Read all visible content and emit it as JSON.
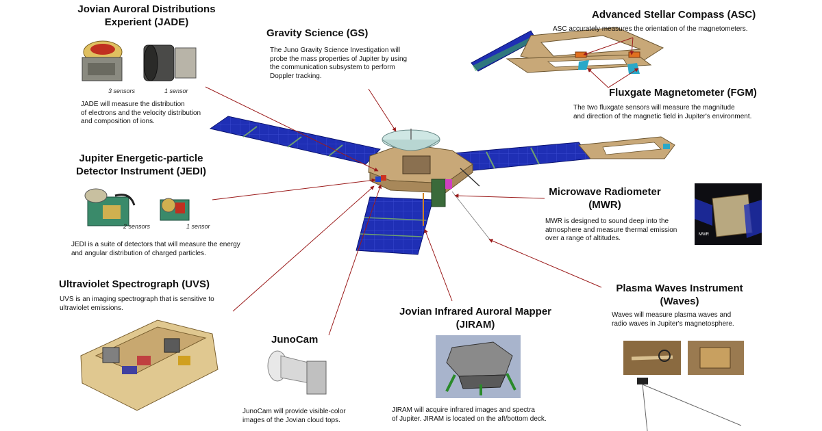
{
  "instruments": {
    "jade": {
      "title": "Jovian Auroral Distributions\nExperient (JADE)",
      "title_line1": "Jovian Auroral Distributions",
      "title_line2": "Experient (JADE)",
      "caption_a": "3 sensors",
      "caption_b": "1 sensor",
      "desc_line1": "JADE will measure the distribution",
      "desc_line2": "of electrons and the velocity distribution",
      "desc_line3": "and composition of ions."
    },
    "gs": {
      "title": "Gravity Science (GS)",
      "desc_line1": "The Juno Gravity Science Investigation will",
      "desc_line2": "probe the mass properties of Jupiter by using",
      "desc_line3": "the communication subsystem to perform",
      "desc_line4": "Doppler tracking."
    },
    "asc": {
      "title": "Advanced Stellar Compass (ASC)",
      "desc_line1": "ASC accurately measures the orientation of the magnetometers."
    },
    "fgm": {
      "title": "Fluxgate Magnetometer (FGM)",
      "desc_line1": "The two fluxgate sensors will measure the magnitude",
      "desc_line2": "and direction of the magnetic field in Jupiter's environment."
    },
    "jedi": {
      "title_line1": "Jupiter Energetic-particle",
      "title_line2": "Detector Instrument (JEDI)",
      "caption_a": "2 sensors",
      "caption_b": "1 sensor",
      "desc_line1": "JEDI is a suite of detectors that will measure the energy",
      "desc_line2": "and angular distribution of charged particles."
    },
    "mwr": {
      "title_line1": "Microwave Radiometer",
      "title_line2": "(MWR)",
      "desc_line1": "MWR is designed to sound deep into the",
      "desc_line2": "atmosphere and measure thermal emission",
      "desc_line3": "over a range of altitudes.",
      "image_label": "MWR"
    },
    "uvs": {
      "title": "Ultraviolet Spectrograph (UVS)",
      "desc_line1": "UVS is an imaging spectrograph that is sensitive to",
      "desc_line2": "ultraviolet emissions."
    },
    "junocam": {
      "title": "JunoCam",
      "desc_line1": "JunoCam will provide visible-color",
      "desc_line2": "images of the Jovian cloud tops."
    },
    "jiram": {
      "title_line1": "Jovian Infrared Auroral Mapper",
      "title_line2": "(JIRAM)",
      "desc_line1": "JIRAM will acquire infrared images and spectra",
      "desc_line2": "of Jupiter. JIRAM is located on the aft/bottom deck."
    },
    "waves": {
      "title_line1": "Plasma Waves Instrument",
      "title_line2": "(Waves)",
      "desc_line1": "Waves will measure plasma waves and",
      "desc_line2": "radio waves in Jupiter's magnetosphere."
    }
  },
  "colors": {
    "leader_line": "#9b1b1b",
    "solar_panel": "#1f2fb5",
    "solar_grid": "#4a5cd8",
    "hull": "#c8a878",
    "antenna": "#cfe7e4"
  }
}
